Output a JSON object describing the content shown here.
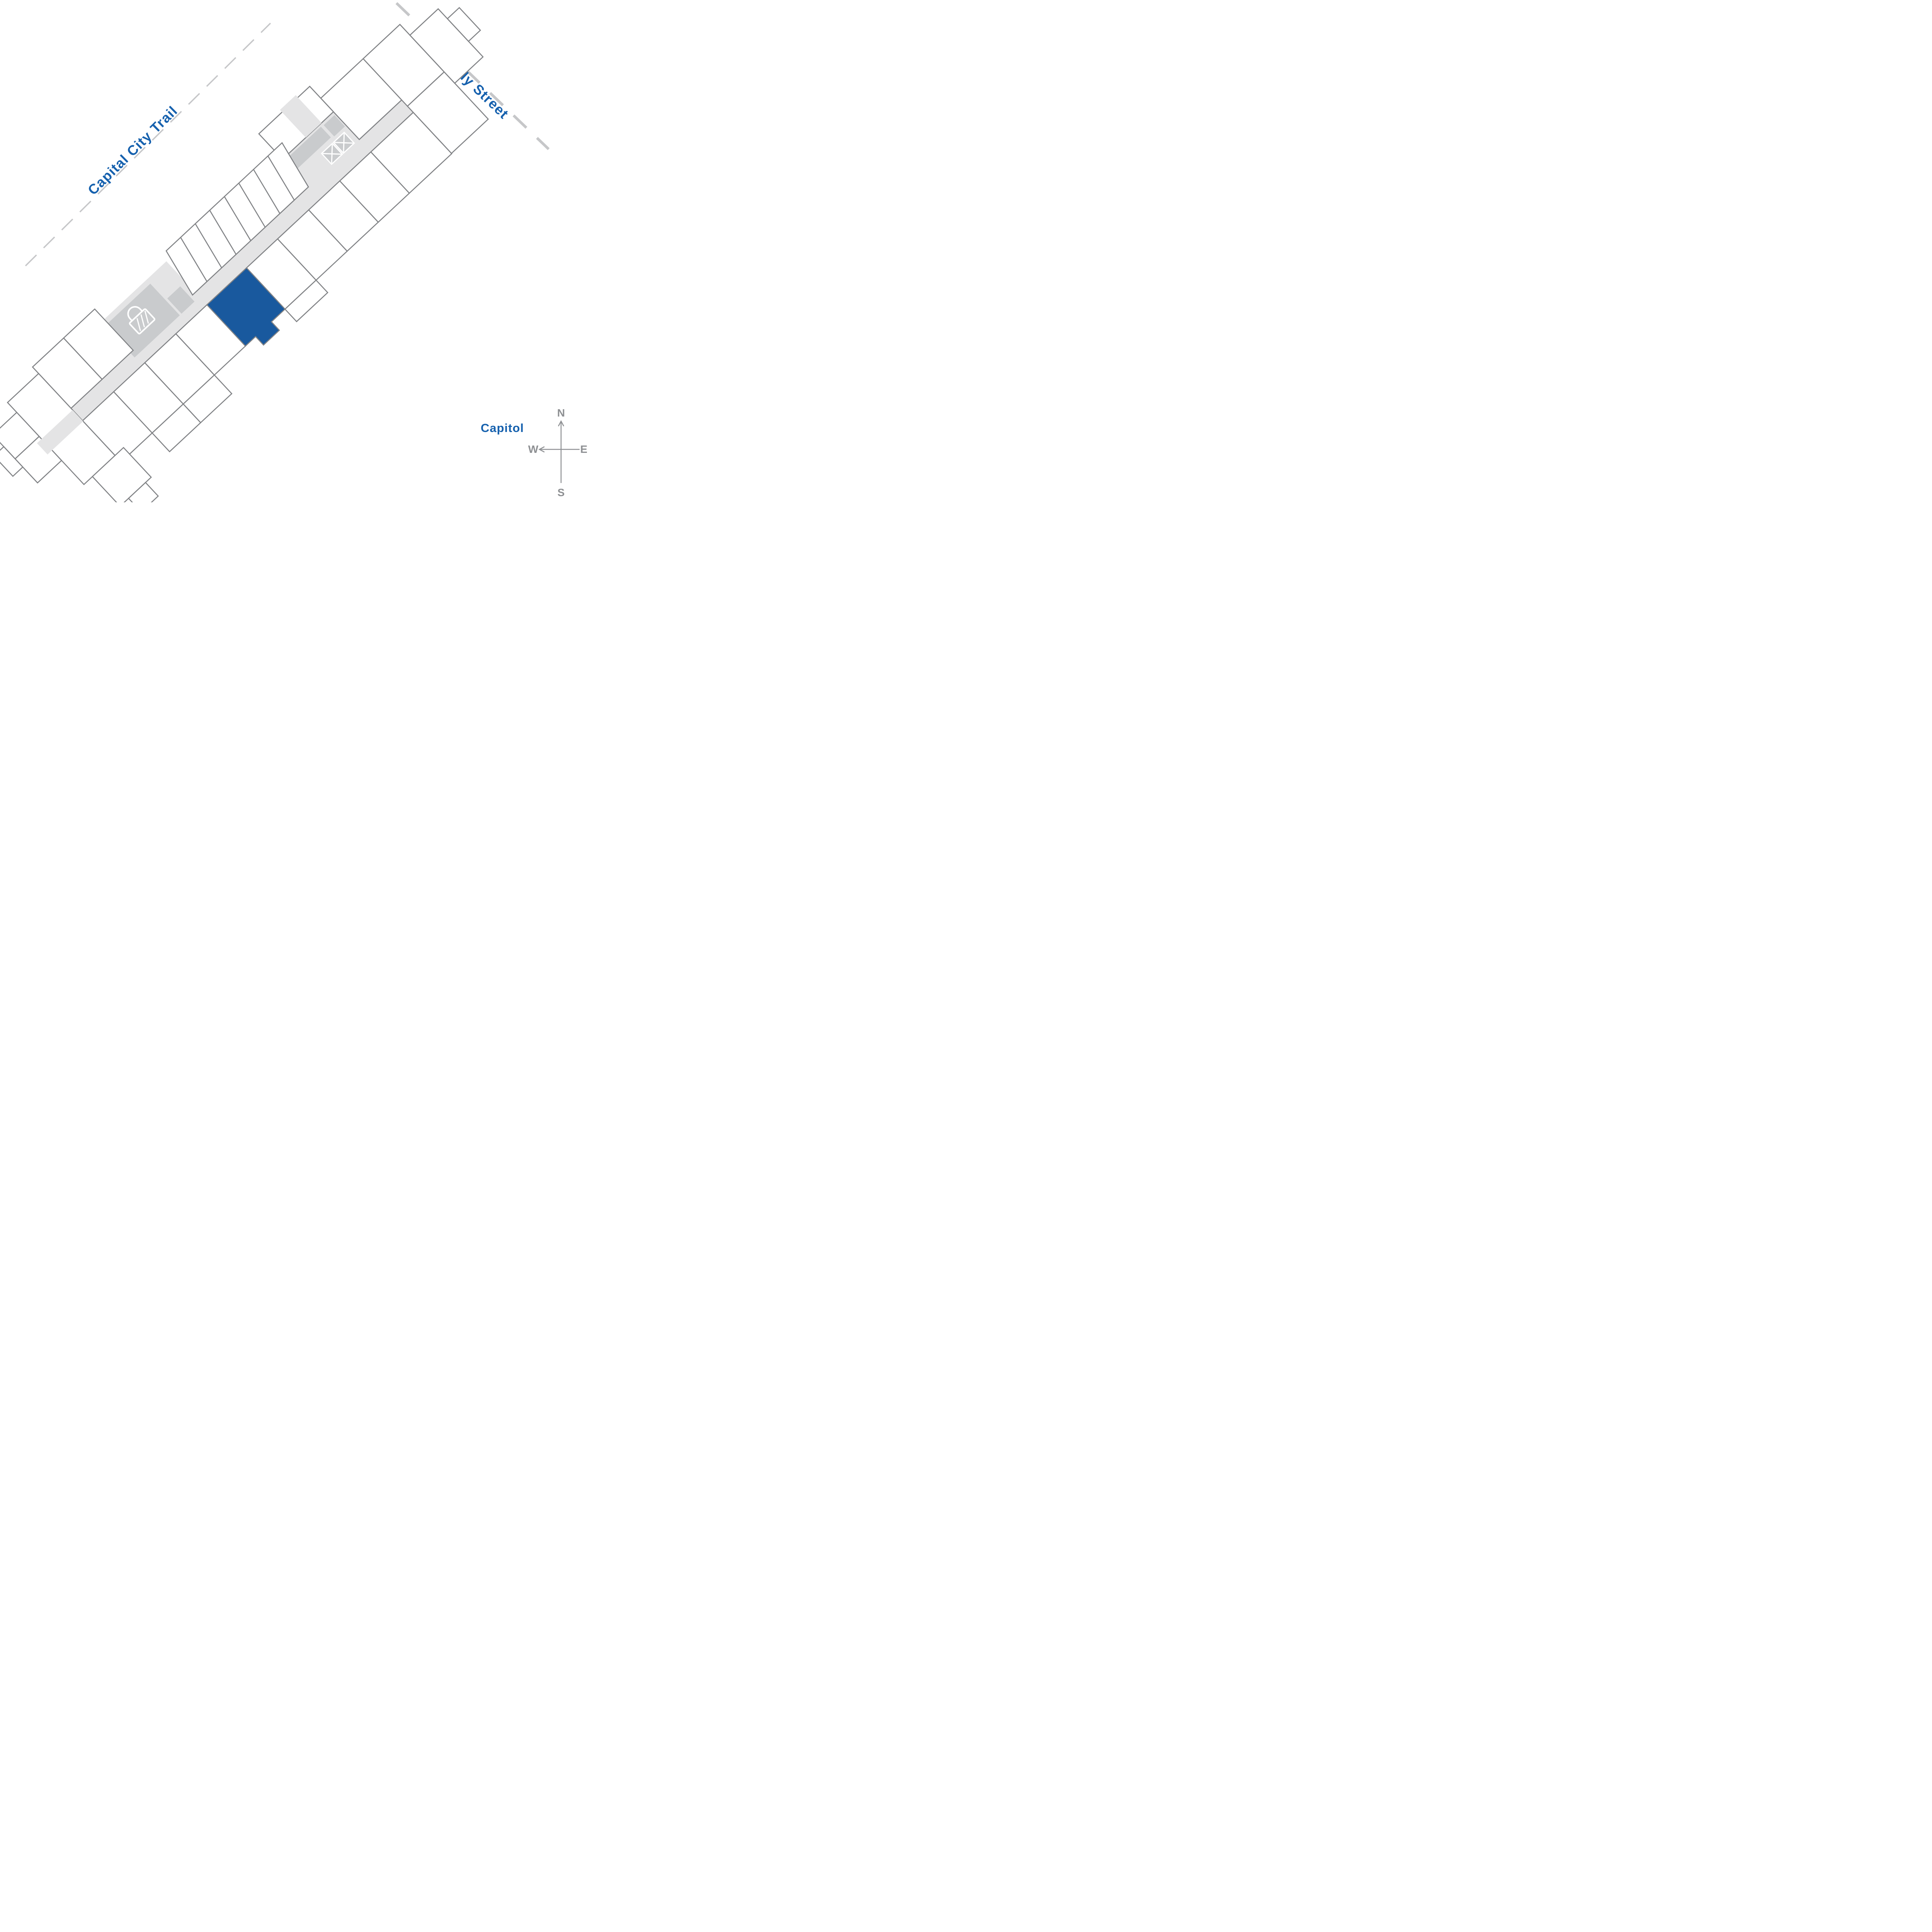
{
  "labels": {
    "trail": "Capital City Trail",
    "street": "S Brearly Street",
    "landmark": "Capitol"
  },
  "compass": {
    "north": "N",
    "south": "S",
    "east": "E",
    "west": "W"
  },
  "icons": {
    "amenity_lock": "padlock-icon",
    "stairwell": "x-box-icon",
    "west_arrow": "arrow-west-icon",
    "north_arrow": "arrow-north-icon"
  },
  "colors": {
    "label_blue": "#1661AE",
    "highlight_blue": "#19599E",
    "outline_gray": "#808285",
    "corridor_gray": "#E4E4E5",
    "block_gray": "#C9CBCD",
    "dash_gray": "#C6C7C9",
    "compass_gray": "#8E9093"
  }
}
